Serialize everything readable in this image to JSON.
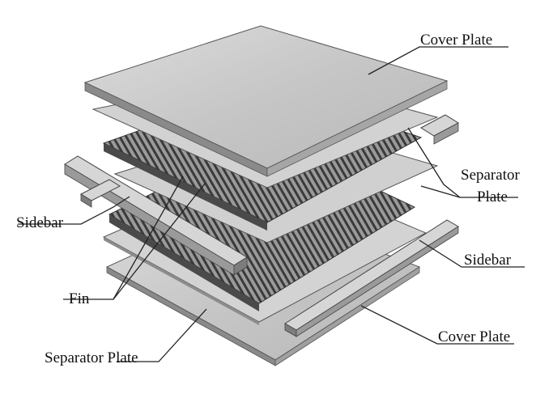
{
  "labels": {
    "cover_plate_top": "Cover Plate",
    "separator_plate_right_line1": "Separator",
    "separator_plate_right_line2": "Plate",
    "sidebar_left": "Sidebar",
    "sidebar_right": "Sidebar",
    "fin": "Fin",
    "separator_plate_bottom": "Separator Plate",
    "cover_plate_bottom": "Cover Plate"
  },
  "colors": {
    "plate_top_face": "#cfcfcf",
    "plate_edge": "#8a8a8a",
    "fin_dark": "#3a3a3a",
    "fin_light": "#9a9a9a",
    "bar_top": "#d6d6d6",
    "bar_side": "#7d7d7d",
    "leader": "#222222"
  }
}
